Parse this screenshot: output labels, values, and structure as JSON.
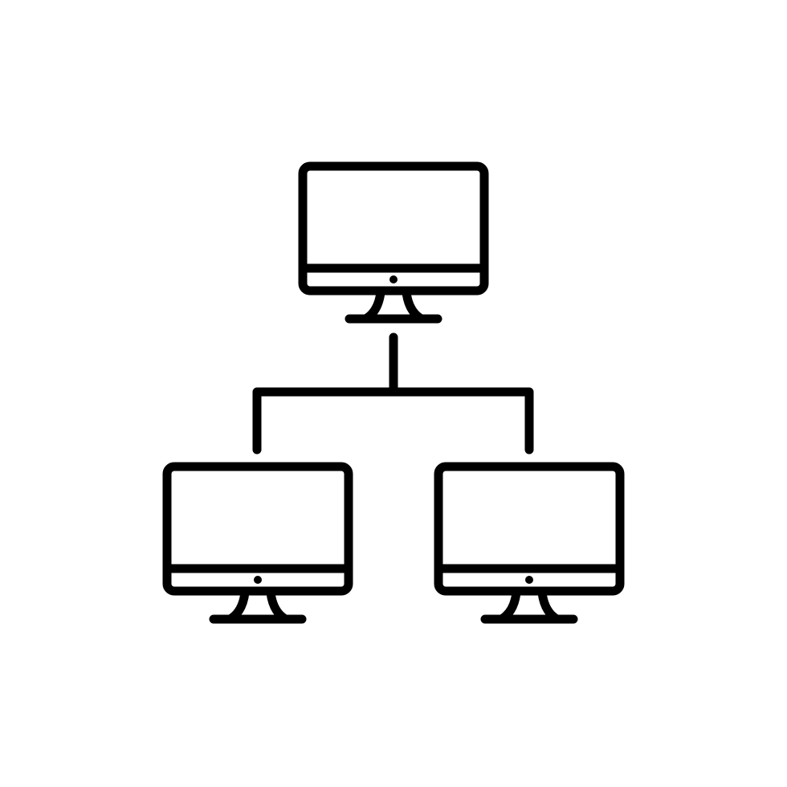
{
  "icon": {
    "name": "computer-network-icon",
    "stroke_color": "#000000",
    "background_color": "#ffffff",
    "computers": [
      {
        "id": "top",
        "role": "parent"
      },
      {
        "id": "bottom-left",
        "role": "child"
      },
      {
        "id": "bottom-right",
        "role": "child"
      }
    ]
  }
}
